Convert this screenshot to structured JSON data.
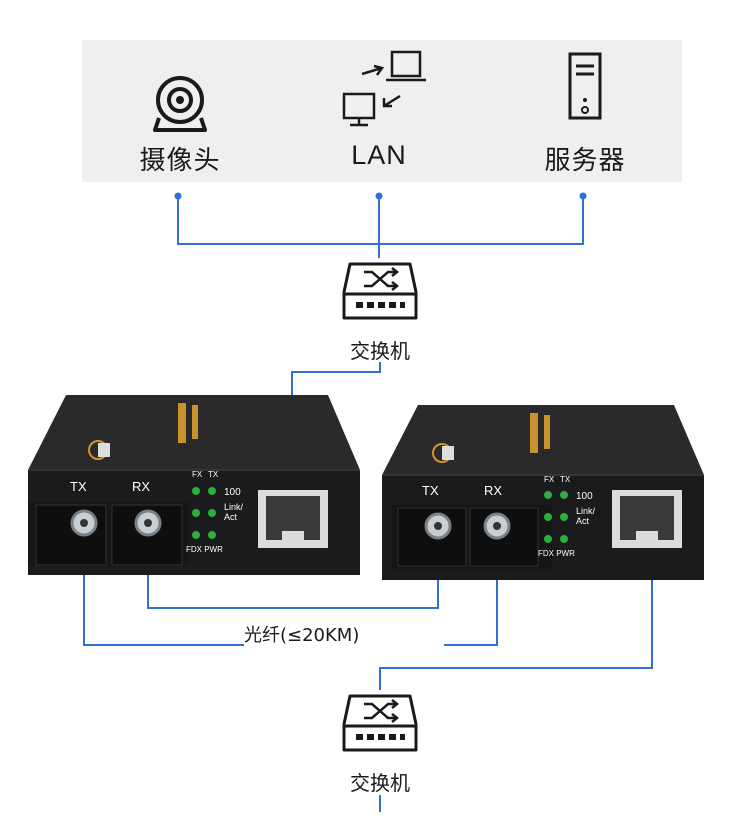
{
  "top_devices": {
    "camera": {
      "label": "摄像头",
      "icon": "webcam-icon"
    },
    "lan": {
      "label": "LAN",
      "icon": "lan-computers-icon"
    },
    "server": {
      "label": "服务器",
      "icon": "server-tower-icon"
    }
  },
  "switches": {
    "top": {
      "label": "交换机",
      "icon": "network-switch-icon"
    },
    "bottom": {
      "label": "交换机",
      "icon": "network-switch-icon"
    }
  },
  "converters": {
    "left": {
      "tx_label": "TX",
      "rx_label": "RX",
      "led_top_left": "FX",
      "led_top_right": "TX",
      "led_100": "100",
      "led_link": "Link/",
      "led_act": "Act",
      "led_bottom": "FDX PWR"
    },
    "right": {
      "tx_label": "TX",
      "rx_label": "RX",
      "led_top_left": "FX",
      "led_top_right": "TX",
      "led_100": "100",
      "led_link": "Link/",
      "led_act": "Act",
      "led_bottom": "FDX PWR"
    }
  },
  "fiber": {
    "label": "光纤(≤20KM)"
  },
  "colors": {
    "line": "#2f6fd6",
    "panel_bg": "#efefef",
    "device_body": "#1b1b1d",
    "led": "#2fae3c"
  }
}
